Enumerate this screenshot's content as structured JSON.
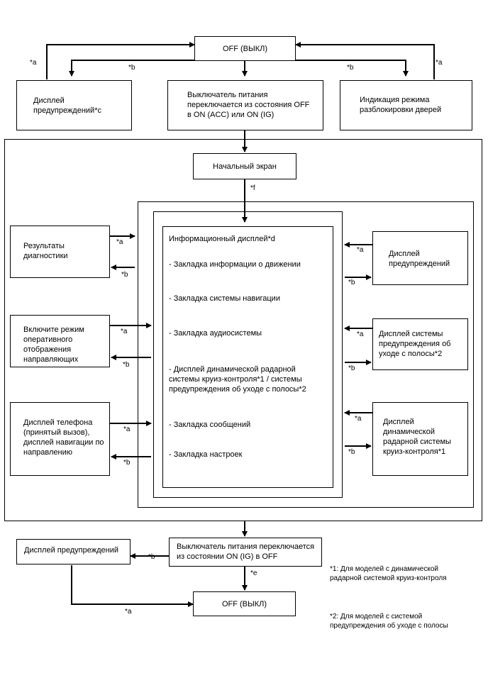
{
  "boxes": {
    "off_top": "OFF (ВЫКЛ)",
    "warn_top": "Дисплей предупреждений*c",
    "switch_top": "Выключатель питания переключается из состояния OFF в ON (ACC) или ON (IG)",
    "door_unlock": "Индикация режима разблокировки дверей",
    "home_screen": "Начальный экран",
    "diag_results": "Результаты диагностики",
    "guide_mode": "Включите режим оперативного отображения направляющих",
    "phone_display": "Дисплей телефона (принятый вызов), дисплей навигации по направлению",
    "warn_right": "Дисплей предупреждений",
    "lane_warn": "Дисплей системы предупреждения об уходе с полосы*2",
    "radar_cruise": "Дисплей динамической радарной системы круиз-контроля*1",
    "warn_bottom": "Дисплей предупреждений",
    "switch_bottom": "Выключатель питания переключается из состоянии ON (IG) в OFF",
    "off_bottom": "OFF (ВЫКЛ)"
  },
  "info_display": {
    "title": "Информационный дисплей*d",
    "items": [
      "- Закладка информации о движении",
      "- Закладка системы навигации",
      "- Закладка аудиосистемы",
      "- Дисплей динамической радарной системы круиз-контроля*1 / системы предупреждения об уходе с полосы*2",
      "- Закладка сообщений",
      "- Закладка настроек"
    ]
  },
  "labels": {
    "a": "*a",
    "b": "*b",
    "e": "*e",
    "f": "*f"
  },
  "notes": {
    "note1": "*1: Для моделей с динамической радарной системой круиз-контроля",
    "note2": "*2: Для моделей с системой предупреждения об уходе с полосы"
  }
}
